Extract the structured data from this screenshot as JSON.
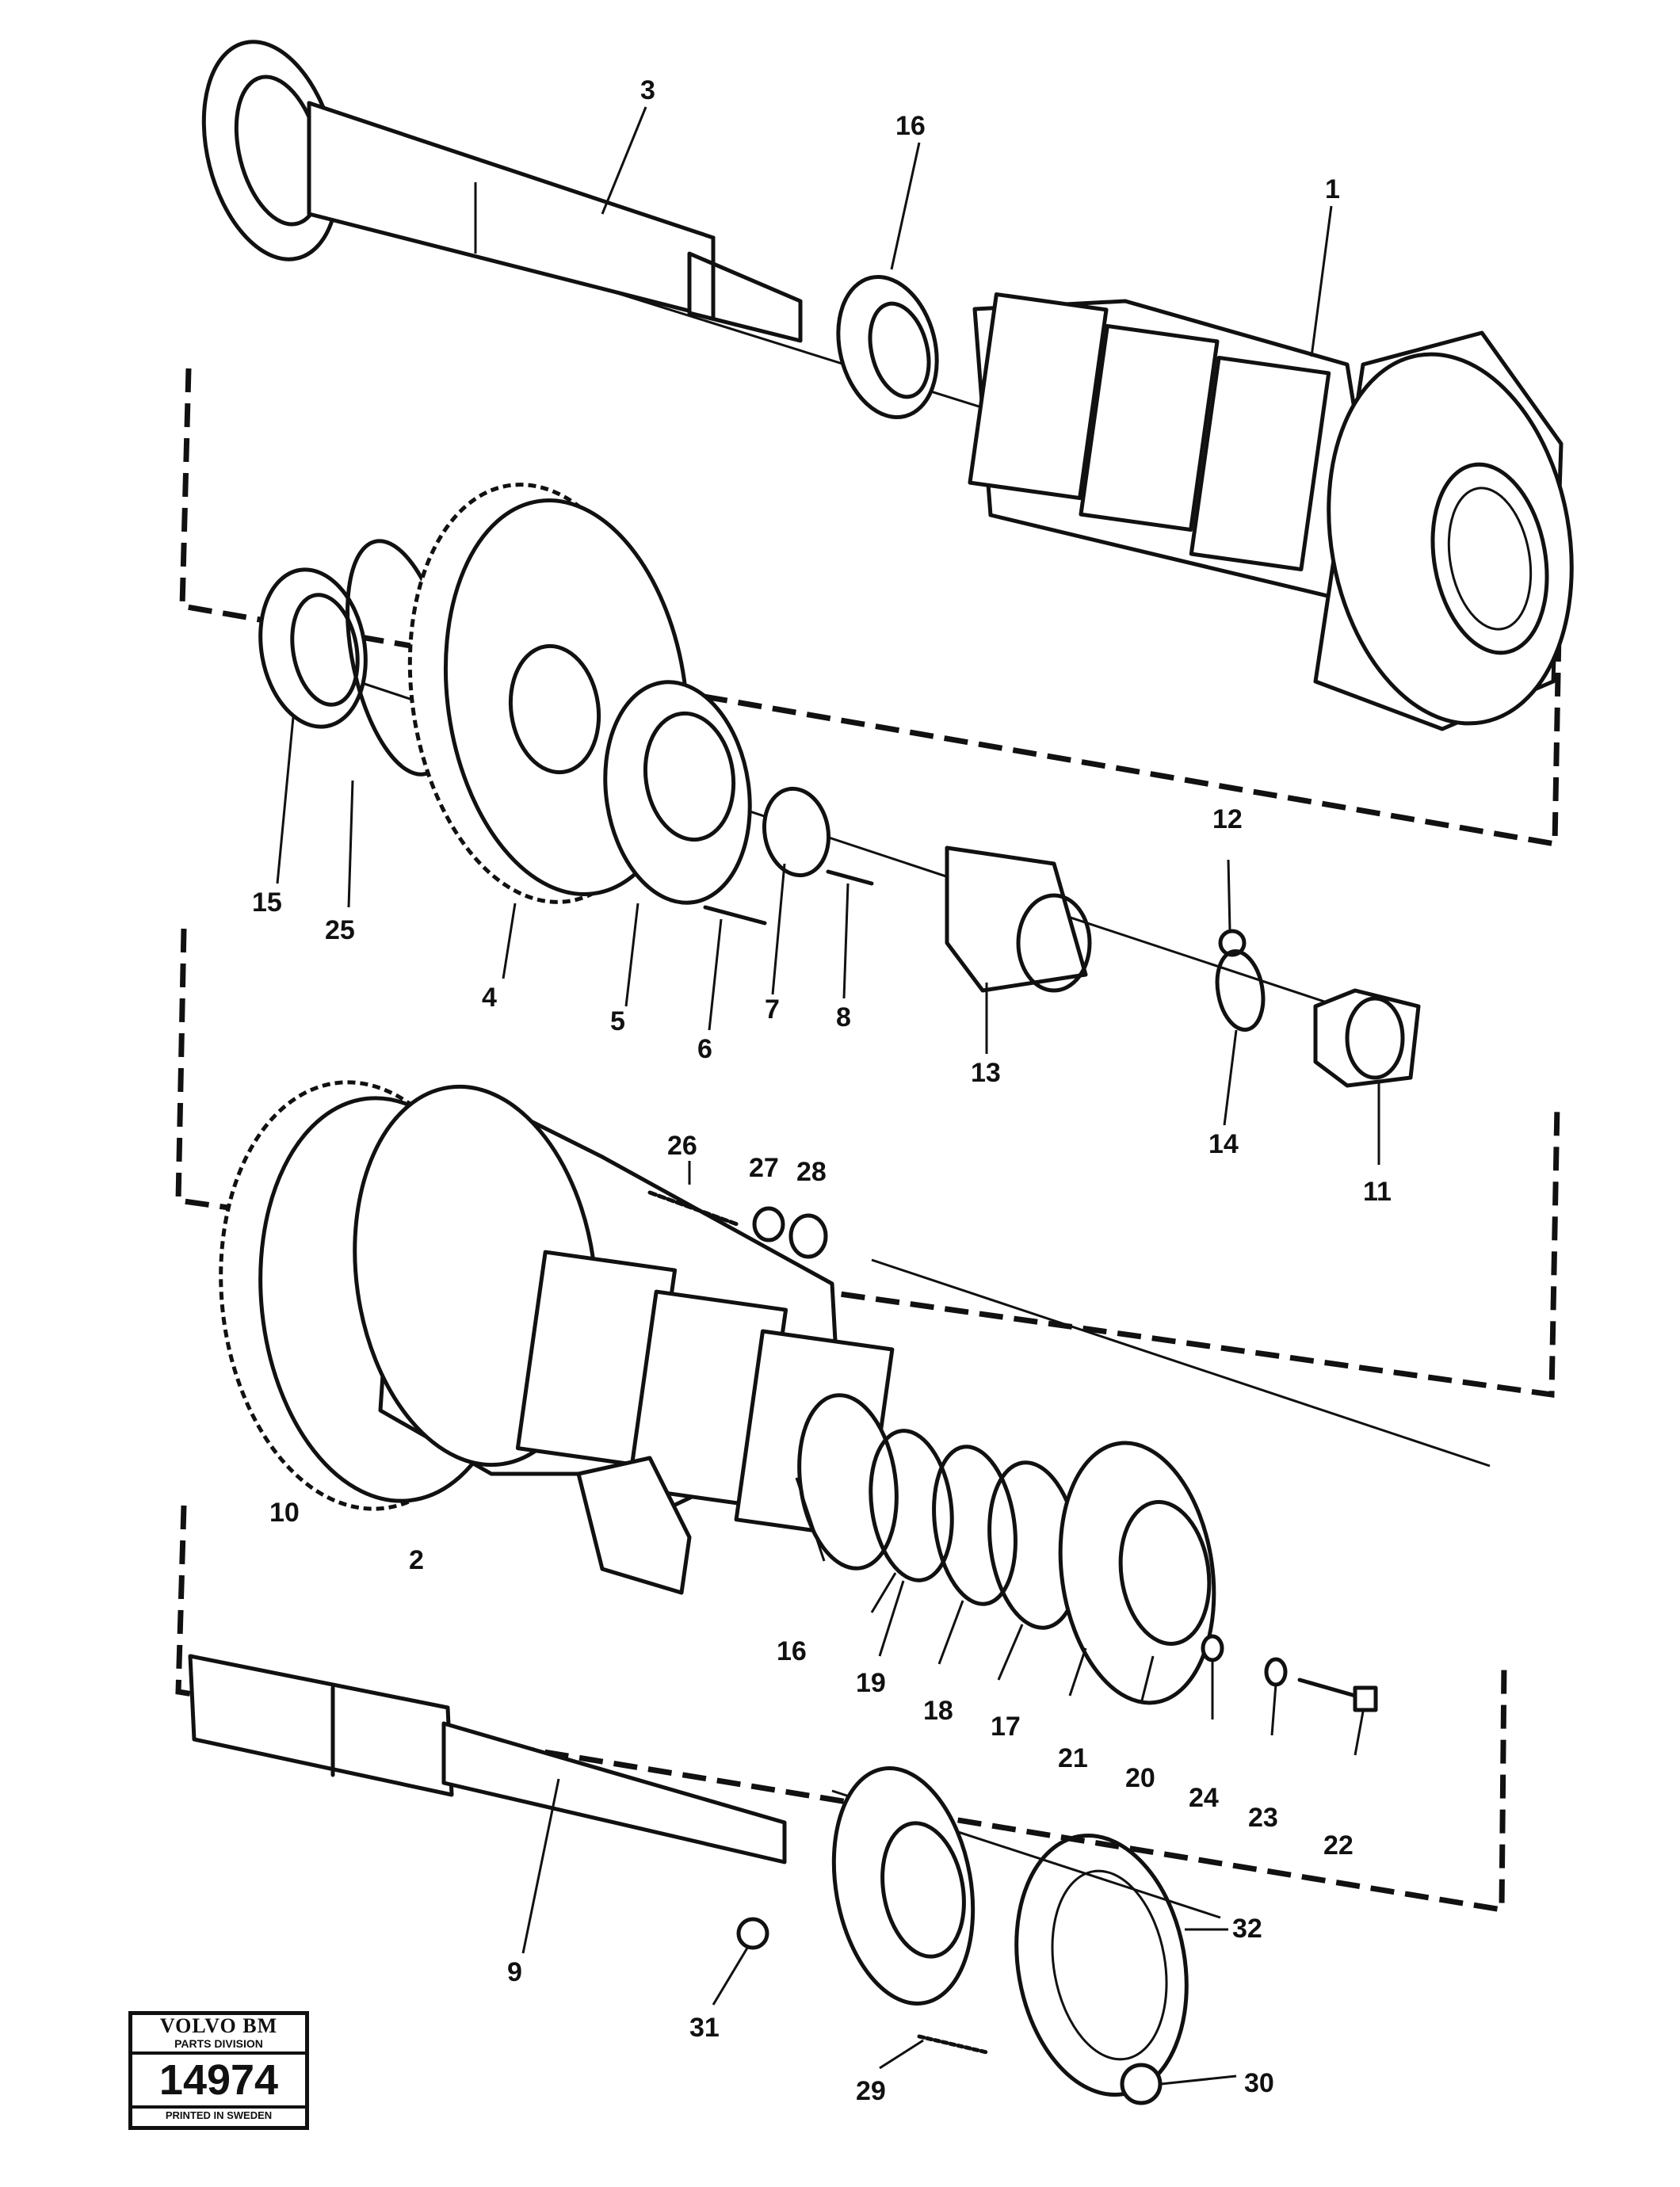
{
  "labels": {
    "p1": "1",
    "p2": "2",
    "p3": "3",
    "p4": "4",
    "p5": "5",
    "p6": "6",
    "p7": "7",
    "p8": "8",
    "p9": "9",
    "p10": "10",
    "p11": "11",
    "p12": "12",
    "p13": "13",
    "p14": "14",
    "p15": "15",
    "p16a": "16",
    "p16b": "16",
    "p17": "17",
    "p18": "18",
    "p19": "19",
    "p20": "20",
    "p21": "21",
    "p22": "22",
    "p23": "23",
    "p24": "24",
    "p25": "25",
    "p26": "26",
    "p27": "27",
    "p28": "28",
    "p29": "29",
    "p30": "30",
    "p31": "31",
    "p32": "32"
  },
  "logo": {
    "brand": "VOLVO BM",
    "division": "PARTS DIVISION",
    "number": "14974",
    "printed": "PRINTED IN SWEDEN"
  }
}
